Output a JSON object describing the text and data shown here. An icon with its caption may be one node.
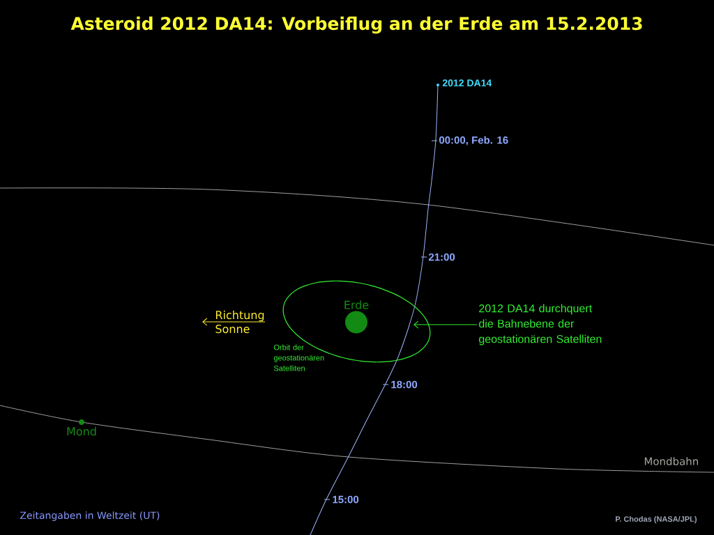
{
  "diagram": {
    "title": "Asteroid 2012 DA14: Vorbeiflug an der Erde am 15.2.2013",
    "nodes": [
      {
        "text": [],
        "shape": "ellipse",
        "beside": [
          "Orbit der geostationären Satelliten"
        ]
      },
      {
        "text": [
          "Erde"
        ],
        "in": 0
      },
      {
        "text": [
          "Mond"
        ]
      },
      {
        "text": [
          "2012 DA14 durchquert die Bahnebene der geostationären Satelliten"
        ]
      }
    ],
    "edges": [
      {
        "from": 3,
        "to": 0,
        "arrow": "to"
      }
    ],
    "labels": [
      "2012 DA14",
      "00:00, Feb. 16",
      "21:00",
      "18:00",
      "15:00",
      "Richtung Sonne",
      "Mondbahn",
      "Zeitangaben in Weltzeit (UT)",
      "P. Chodas (NASA/JPL)"
    ]
  }
}
